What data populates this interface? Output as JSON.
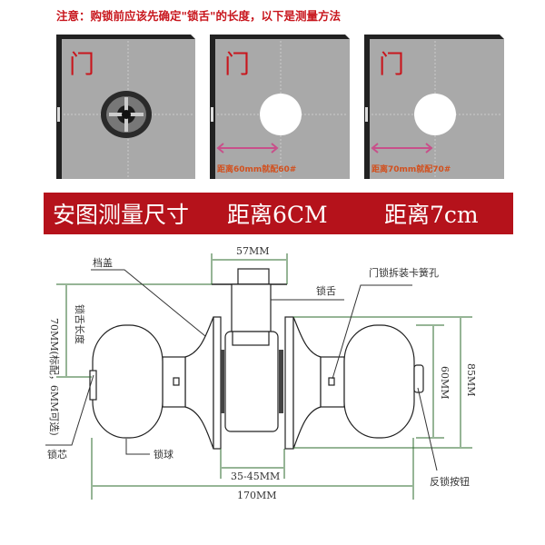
{
  "notice": "注意：购锁前应该先确定\"锁舌\"的长度，以下是测量方法",
  "panels": [
    {
      "door_label": "门",
      "caption": ""
    },
    {
      "door_label": "门",
      "caption": "距离60mm就配60#"
    },
    {
      "door_label": "门",
      "caption": "距离70mm就配70#"
    }
  ],
  "banner": {
    "items": [
      "安图测量尺寸",
      "距离6CM",
      "距离7cm"
    ]
  },
  "diagram": {
    "dims": {
      "bolt_width": "57MM",
      "backset": "70MM(标配，6MM可选)",
      "backset_label": "锁舌长度",
      "door_thickness": "35-45MM",
      "total_length": "170MM",
      "knob_height": "60MM",
      "rose_height": "85MM"
    },
    "labels": {
      "cover": "档盖",
      "bolt": "锁舌",
      "clip_hole": "门锁拆装卡簧孔",
      "cylinder": "锁芯",
      "knob": "锁球",
      "lock_button": "反锁按钮"
    }
  },
  "colors": {
    "red": "#c8161d",
    "banner": "#b5121b",
    "door": "#a9a9a9",
    "arrow": "#c8508a",
    "caption": "#d2501e",
    "dim": "#2e6b2e"
  }
}
